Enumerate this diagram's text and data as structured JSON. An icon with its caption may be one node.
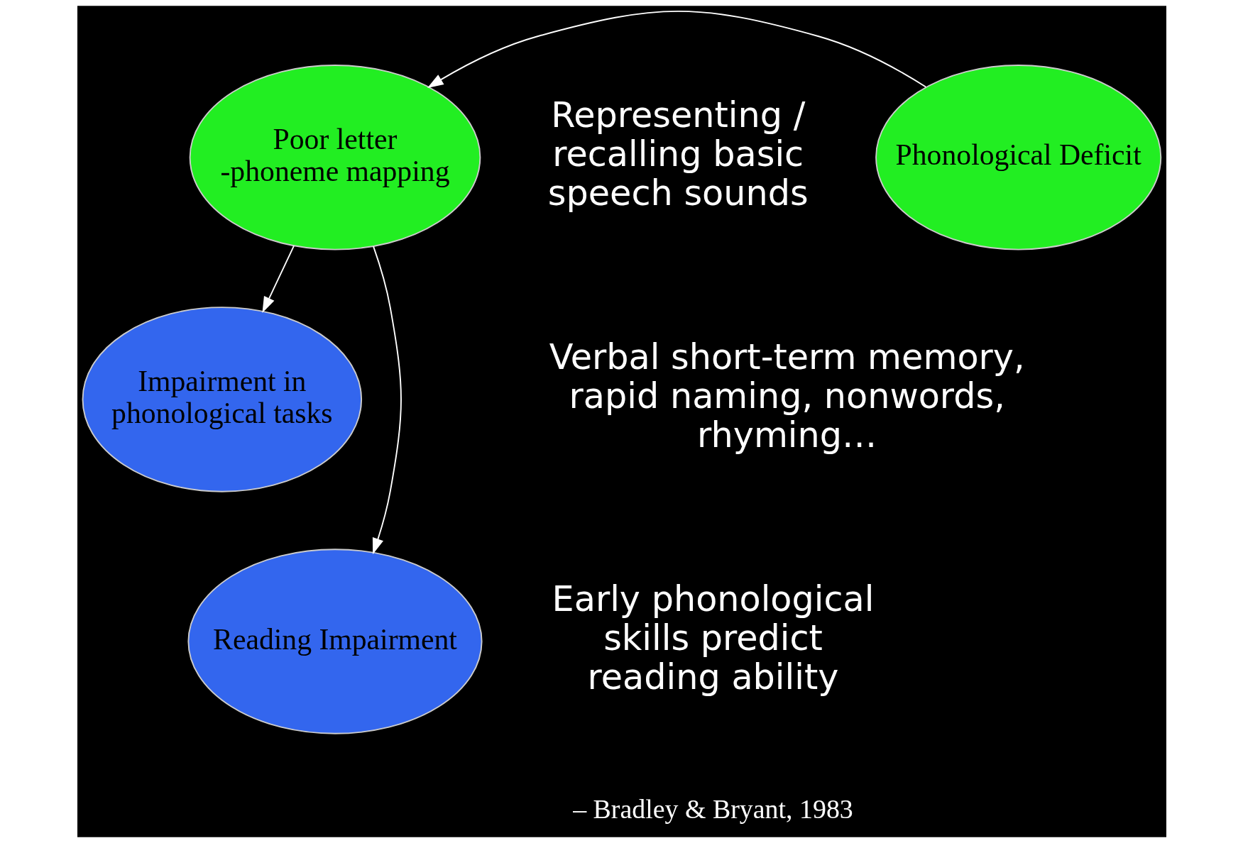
{
  "diagram": {
    "nodes": [
      {
        "text": [
          "Poor letter -phoneme mapping"
        ]
      },
      {
        "text": [
          "Phonological Deficit"
        ]
      },
      {
        "text": [
          "Impairment in phonological tasks"
        ]
      },
      {
        "text": [
          "Reading Impairment"
        ]
      }
    ],
    "edges": [
      {
        "from": 1,
        "to": 0,
        "arrow": "to"
      },
      {
        "from": 0,
        "to": 2,
        "arrow": "to"
      },
      {
        "from": 0,
        "to": 3,
        "arrow": "to"
      }
    ],
    "labels": [
      "Representing / recalling basic speech sounds",
      "Verbal short-term memory, rapid naming, nonwords, rhyming…",
      "Early phonological skills predict reading ability",
      "– Bradley & Bryant, 1983"
    ]
  }
}
